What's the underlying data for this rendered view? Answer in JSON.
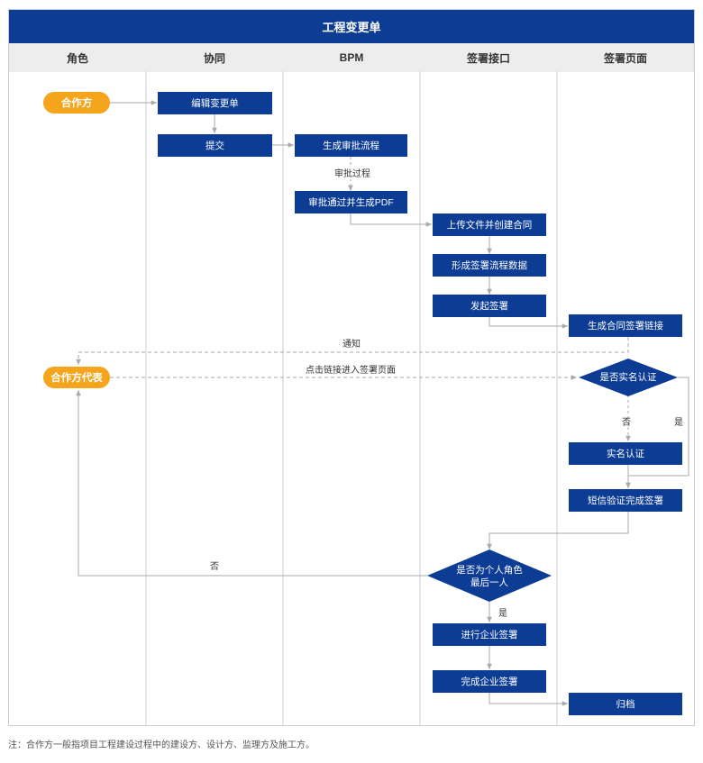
{
  "title": "工程变更单",
  "lanes": [
    "角色",
    "协同",
    "BPM",
    "签署接口",
    "签署页面"
  ],
  "roles": {
    "partner": "合作方",
    "partner_rep": "合作方代表"
  },
  "steps": {
    "edit_change": "编辑变更单",
    "submit": "提交",
    "gen_flow": "生成审批流程",
    "approve_pdf": "审批通过并生成PDF",
    "upload": "上传文件并创建合同",
    "form_data": "形成签署流程数据",
    "start_sign": "发起签署",
    "gen_link": "生成合同签署链接",
    "real_name": "实名认证",
    "sms_sign": "短信验证完成签署",
    "corp_sign": "进行企业签署",
    "corp_done": "完成企业签署",
    "archive": "归档"
  },
  "decisions": {
    "verified": "是否实名认证",
    "last_person_1": "是否为个人角色",
    "last_person_2": "最后一人"
  },
  "labels": {
    "approve_process": "审批过程",
    "notify": "通知",
    "click_link": "点击链接进入签署页面",
    "no": "否",
    "yes": "是"
  },
  "footnote": "注：合作方一般指项目工程建设过程中的建设方、设计方、监理方及施工方。",
  "colors": {
    "primary": "#0c3c94",
    "accent": "#f4a51c",
    "line": "#a9a9a9",
    "header": "#ededed"
  }
}
